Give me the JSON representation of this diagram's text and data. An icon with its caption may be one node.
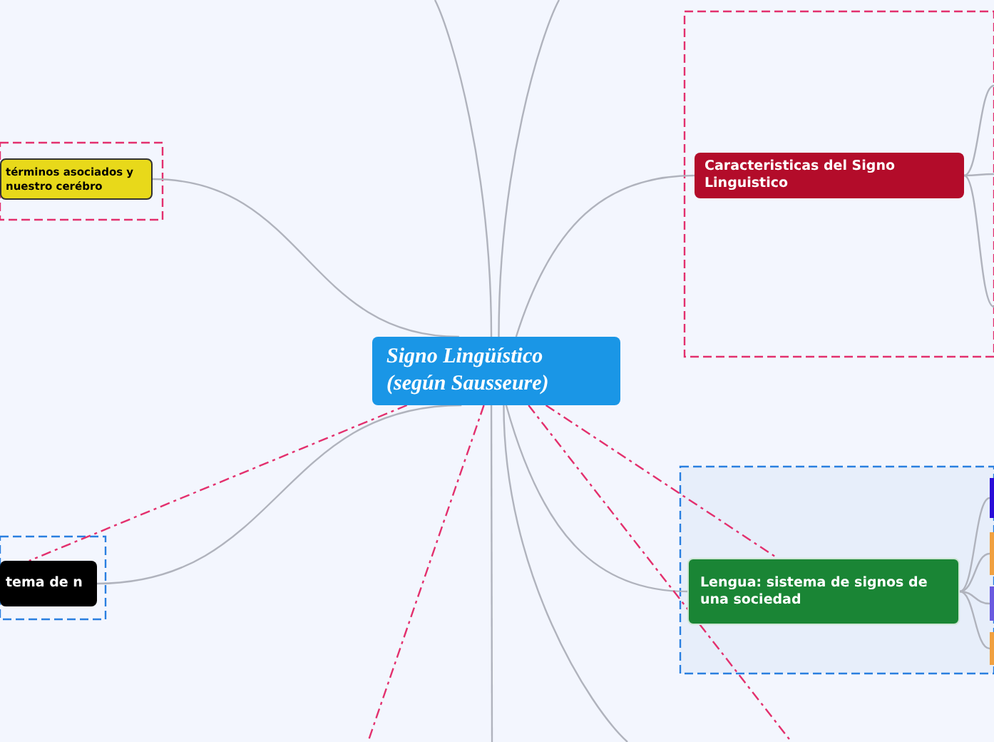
{
  "diagram": {
    "nodes": [
      {
        "text": [
          "Signo Lingüístico (según Sausseure)"
        ]
      },
      {
        "text": [],
        "shape": "box"
      },
      {
        "text": [
          "términos asociados y nuestro cerébro"
        ],
        "in": 1
      },
      {
        "text": [],
        "shape": "box"
      },
      {
        "text": [
          "Caracteristicas del Signo Linguistico"
        ],
        "in": 3
      },
      {
        "text": [],
        "shape": "box"
      },
      {
        "text": [
          "tema de n"
        ],
        "in": 5
      },
      {
        "text": [],
        "shape": "box"
      },
      {
        "text": [
          "Lengua: sistema de signos de una sociedad"
        ],
        "in": 7
      },
      {
        "text": [],
        "shape": "bar",
        "in": 7
      },
      {
        "text": [],
        "shape": "bar",
        "in": 7
      },
      {
        "text": [],
        "shape": "bar",
        "in": 7
      },
      {
        "text": [],
        "shape": "bar",
        "in": 7
      }
    ],
    "edges": [
      {
        "from": 0,
        "to": null,
        "arrow": "none"
      },
      {
        "from": 0,
        "to": null,
        "arrow": "none"
      },
      {
        "from": 0,
        "to": 2,
        "arrow": "none"
      },
      {
        "from": 0,
        "to": 4,
        "arrow": "none"
      },
      {
        "from": 0,
        "to": 6,
        "arrow": "none"
      },
      {
        "from": 0,
        "to": 8,
        "arrow": "none"
      },
      {
        "from": 0,
        "to": null,
        "arrow": "none"
      },
      {
        "from": 0,
        "to": null,
        "arrow": "none"
      },
      {
        "from": 4,
        "to": null,
        "arrow": "none"
      },
      {
        "from": 4,
        "to": null,
        "arrow": "none"
      },
      {
        "from": 4,
        "to": null,
        "arrow": "none"
      },
      {
        "from": 8,
        "to": 9,
        "arrow": "none"
      },
      {
        "from": 8,
        "to": 10,
        "arrow": "none"
      },
      {
        "from": 8,
        "to": 11,
        "arrow": "none"
      },
      {
        "from": 8,
        "to": 12,
        "arrow": "none"
      },
      {
        "from": 0,
        "to": 6,
        "arrow": "none",
        "style": "dashed",
        "color": "#e3306e"
      },
      {
        "from": 0,
        "to": null,
        "arrow": "none",
        "style": "dashed",
        "color": "#e3306e"
      },
      {
        "from": 0,
        "to": 8,
        "arrow": "none",
        "style": "dashed",
        "color": "#e3306e"
      },
      {
        "from": 0,
        "to": null,
        "arrow": "none",
        "style": "dashed",
        "color": "#e3306e"
      }
    ]
  }
}
